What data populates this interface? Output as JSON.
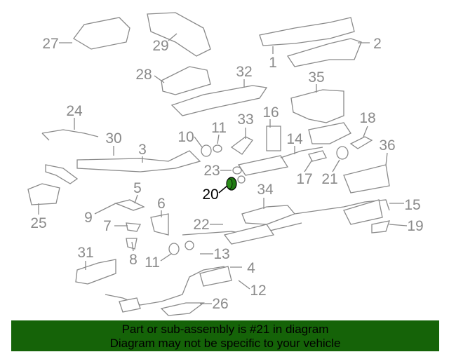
{
  "diagram": {
    "highlighted_part": "21",
    "highlight_color": "#1f7a12",
    "callouts": [
      "27",
      "29",
      "1",
      "2",
      "28",
      "32",
      "35",
      "24",
      "16",
      "33",
      "18",
      "11",
      "10",
      "30",
      "3",
      "14",
      "36",
      "23",
      "17",
      "20",
      "21",
      "34",
      "5",
      "9",
      "6",
      "15",
      "7",
      "22",
      "19",
      "31",
      "8",
      "11",
      "13",
      "4",
      "12",
      "25",
      "26"
    ]
  },
  "banner": {
    "line1": "Part or sub-assembly is #21 in diagram",
    "line2": "Diagram may not be specific to your vehicle",
    "background": "#156308"
  }
}
